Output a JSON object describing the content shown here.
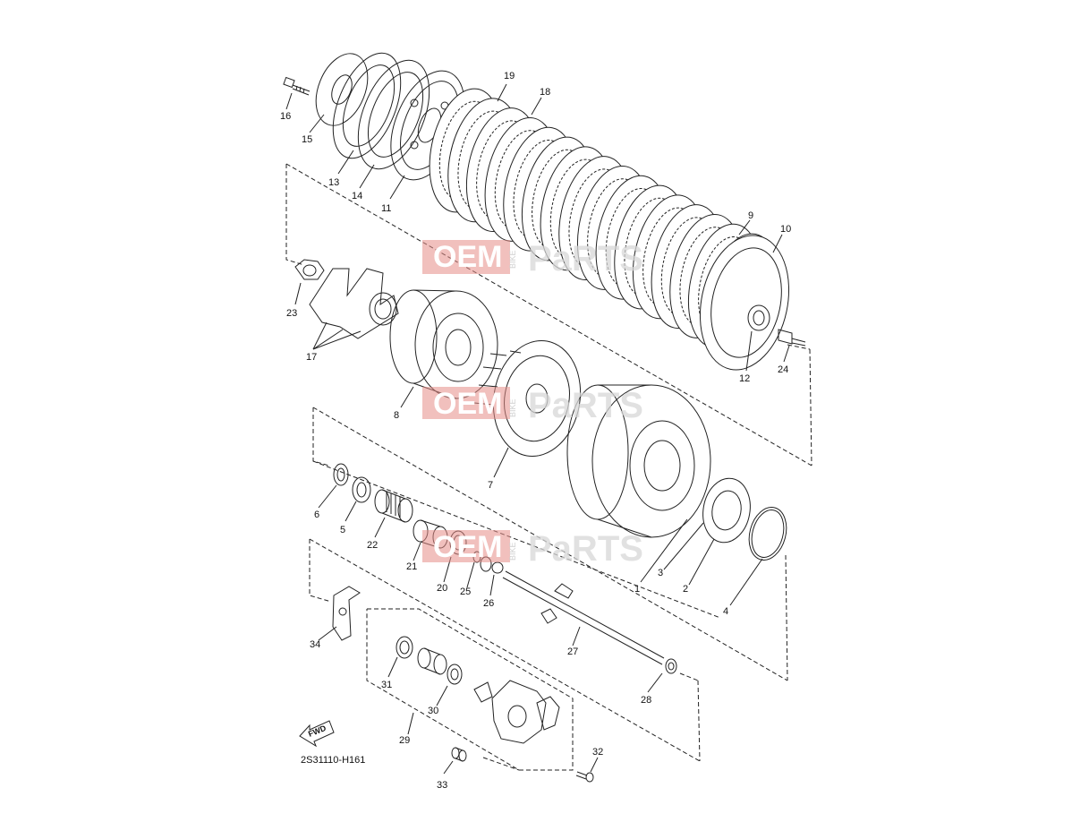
{
  "diagram_code": "2S31110-H161",
  "fwd_label": "FWD",
  "watermark": {
    "left": "OEM",
    "middle": "BIKE",
    "right": "PaRTS"
  },
  "colors": {
    "line": "#222222",
    "watermark_red": "#e58c87",
    "watermark_grey": "#d8d8d8"
  },
  "parts": [
    "1",
    "2",
    "3",
    "4",
    "5",
    "6",
    "7",
    "8",
    "9",
    "10",
    "11",
    "12",
    "13",
    "14",
    "15",
    "16",
    "17",
    "18",
    "19",
    "20",
    "21",
    "22",
    "23",
    "24",
    "25",
    "26",
    "27",
    "28",
    "29",
    "30",
    "31",
    "32",
    "33",
    "34"
  ]
}
